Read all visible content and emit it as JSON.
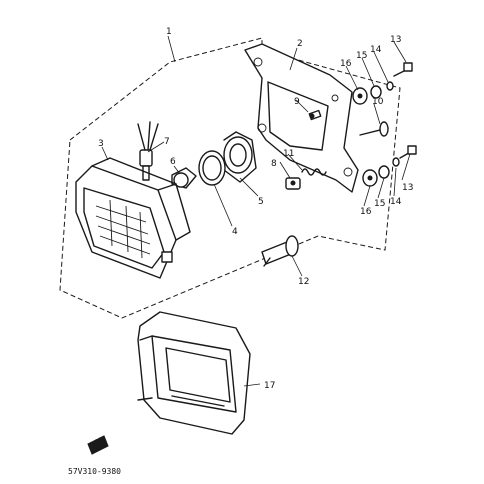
{
  "diagram": {
    "callouts": {
      "c1": "1",
      "c2": "2",
      "c3": "3",
      "c4": "4",
      "c5": "5",
      "c6": "6",
      "c7": "7",
      "c8": "8",
      "c9": "9",
      "c10": "10",
      "c11": "11",
      "c12": "12",
      "c13a": "13",
      "c13b": "13",
      "c14a": "14",
      "c14b": "14",
      "c15a": "15",
      "c15b": "15",
      "c16a": "16",
      "c16b": "16",
      "c17": "17"
    },
    "diagram_code": "57V310-9380"
  }
}
